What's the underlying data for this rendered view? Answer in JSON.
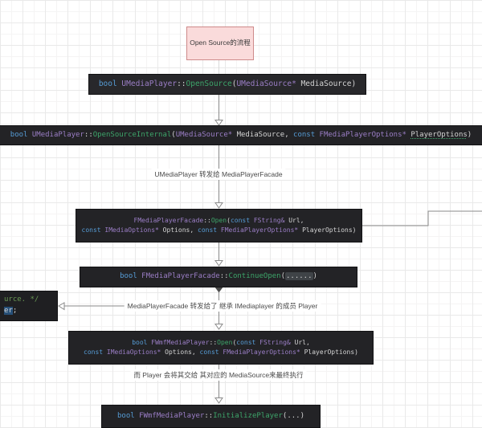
{
  "title_box": {
    "text": "Open Source的流程"
  },
  "notes": [
    {
      "text": "UMediaPlayer 转发给 MediaPlayerFacade"
    },
    {
      "text": "MediaPlayerFacade 转发给了 继承 IMediaplayer 的成员 Player"
    },
    {
      "text": "而 Player 会将其交给 其对应的 MediaSource来最终执行"
    }
  ],
  "colors": {
    "keyword": "#569CD6",
    "type": "#9B7EC6",
    "function": "#3DA56A",
    "code_text": "#D4D4D4",
    "comment": "#6A9955",
    "selection_bg": "#264F78",
    "code_box_bg": "#232326",
    "title_fill": "#FADBDB",
    "title_border": "#CE8A8A",
    "connector": "#8A8A8A"
  },
  "code_boxes": [
    {
      "name": "open-source",
      "lines": [
        [
          {
            "t": "bool ",
            "c": "kw"
          },
          {
            "t": "UMediaPlayer",
            "c": "ty"
          },
          {
            "t": "::",
            "c": "tx"
          },
          {
            "t": "OpenSource",
            "c": "fn"
          },
          {
            "t": "(",
            "c": "tx"
          },
          {
            "t": "UMediaSource*",
            "c": "ty"
          },
          {
            "t": " MediaSource)",
            "c": "tx"
          }
        ]
      ]
    },
    {
      "name": "open-source-internal",
      "lines": [
        [
          {
            "t": "bool ",
            "c": "kw"
          },
          {
            "t": "UMediaPlayer",
            "c": "ty"
          },
          {
            "t": "::",
            "c": "tx"
          },
          {
            "t": "OpenSourceInternal",
            "c": "fn"
          },
          {
            "t": "(",
            "c": "tx"
          },
          {
            "t": "UMediaSource*",
            "c": "ty"
          },
          {
            "t": " MediaSource, ",
            "c": "tx"
          },
          {
            "t": "const ",
            "c": "kw"
          },
          {
            "t": "FMediaPlayerOptions*",
            "c": "ty"
          },
          {
            "t": " ",
            "c": "tx"
          },
          {
            "t": "PlayerOptions",
            "c": "ul"
          },
          {
            "t": ")",
            "c": "tx"
          }
        ]
      ]
    },
    {
      "name": "facade-open",
      "lines": [
        [
          {
            "t": "FMediaPlayerFacade",
            "c": "ty"
          },
          {
            "t": "::",
            "c": "tx"
          },
          {
            "t": "Open",
            "c": "fn"
          },
          {
            "t": "(",
            "c": "tx"
          },
          {
            "t": "const ",
            "c": "kw"
          },
          {
            "t": "FString&",
            "c": "ty"
          },
          {
            "t": " Url,",
            "c": "tx"
          }
        ],
        [
          {
            "t": "const ",
            "c": "kw"
          },
          {
            "t": "IMediaOptions*",
            "c": "ty"
          },
          {
            "t": " Options, ",
            "c": "tx"
          },
          {
            "t": "const ",
            "c": "kw"
          },
          {
            "t": "FMediaPlayerOptions*",
            "c": "ty"
          },
          {
            "t": " PlayerOptions)",
            "c": "tx"
          }
        ]
      ]
    },
    {
      "name": "continue-open",
      "lines": [
        [
          {
            "t": "bool ",
            "c": "kw"
          },
          {
            "t": "FMediaPlayerFacade",
            "c": "ty"
          },
          {
            "t": "::",
            "c": "tx"
          },
          {
            "t": "ContinueOpen",
            "c": "fn"
          },
          {
            "t": "(",
            "c": "tx"
          },
          {
            "t": "......",
            "c": "hl"
          },
          {
            "t": ")",
            "c": "tx"
          }
        ]
      ]
    },
    {
      "name": "player-member-snippet",
      "lines": [
        [
          {
            "t": "urce. */",
            "c": "cm"
          }
        ],
        [
          {
            "t": "er",
            "c": "sel"
          },
          {
            "t": ";",
            "c": "tx"
          }
        ]
      ]
    },
    {
      "name": "wmf-open",
      "lines": [
        [
          {
            "t": "bool ",
            "c": "kw"
          },
          {
            "t": "FWmfMediaPlayer",
            "c": "ty"
          },
          {
            "t": "::",
            "c": "tx"
          },
          {
            "t": "Open",
            "c": "fn"
          },
          {
            "t": "(",
            "c": "tx"
          },
          {
            "t": "const ",
            "c": "kw"
          },
          {
            "t": "FString&",
            "c": "ty"
          },
          {
            "t": " Url,",
            "c": "tx"
          }
        ],
        [
          {
            "t": "const ",
            "c": "kw"
          },
          {
            "t": "IMediaOptions*",
            "c": "ty"
          },
          {
            "t": " Options, ",
            "c": "tx"
          },
          {
            "t": "const ",
            "c": "kw"
          },
          {
            "t": "FMediaPlayerOptions*",
            "c": "ty"
          },
          {
            "t": " PlayerOptions)",
            "c": "tx"
          }
        ]
      ]
    },
    {
      "name": "initialize-player",
      "lines": [
        [
          {
            "t": "bool ",
            "c": "kw"
          },
          {
            "t": "FWmfMediaPlayer",
            "c": "ty"
          },
          {
            "t": "::",
            "c": "tx"
          },
          {
            "t": "InitializePlayer",
            "c": "fn"
          },
          {
            "t": "(...)",
            "c": "tx"
          }
        ]
      ]
    }
  ]
}
